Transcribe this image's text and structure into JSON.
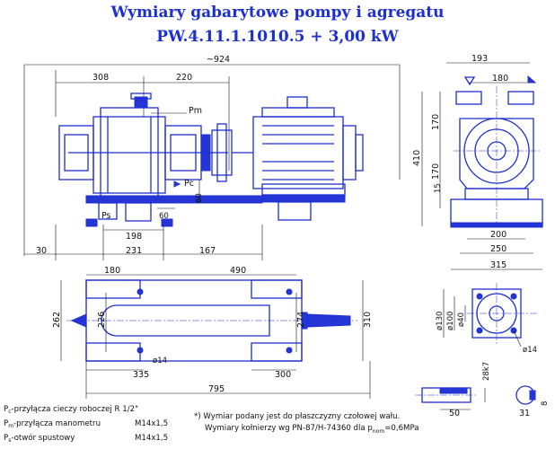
{
  "title": {
    "line1": "Wymiary gabarytowe pompy i agregatu",
    "line2": "PW.4.11.1.1010.5  +  3,00 kW"
  },
  "side_view": {
    "overall": "~924",
    "d308": "308",
    "d220": "220",
    "pm": "Pm",
    "pc": "Pc",
    "ps": "Ps",
    "d60a": "60",
    "d60b": "60",
    "d198": "198",
    "d30": "30",
    "d231": "231",
    "d167": "167"
  },
  "end_view": {
    "d193": "193",
    "d180": "180",
    "d410": "410",
    "d170a": "170",
    "d170b": "170",
    "d15": "15",
    "d200": "200",
    "d250": "250",
    "d315": "315"
  },
  "plan_view": {
    "d180": "180",
    "d490": "490",
    "d262": "262",
    "d226": "226",
    "d274": "274",
    "d310": "310",
    "d14": "ø14",
    "d335": "335",
    "d300": "300",
    "d795": "795"
  },
  "flange": {
    "d130": "ø130",
    "d100": "ø100",
    "d40": "ø40",
    "d14": "ø14"
  },
  "shaft": {
    "d28k7": "28k7",
    "d50": "50",
    "d31": "31",
    "d8": "8"
  },
  "legend": {
    "pc_sym": "P",
    "pc_sub": "c",
    "pc_text": "-przyłącza cieczy roboczej  R 1/2\"",
    "pm_sym": "P",
    "pm_sub": "m",
    "pm_text": "-przyłącza manometru",
    "pm_val": "M14x1,5",
    "ps_sym": "P",
    "ps_sub": "s",
    "ps_text": "-otwór spustowy",
    "ps_val": "M14x1,5"
  },
  "note": {
    "line1": "*) Wymiar podany jest do płaszczyzny czołowej wału.",
    "line2": "Wymiary kołnierzy wg PN-87/H-74360 dla p",
    "line2_sub": "nom",
    "line2_end": "=0,6MPa"
  },
  "colors": {
    "drawing": "#1c2fd0",
    "dimension": "#111111"
  }
}
